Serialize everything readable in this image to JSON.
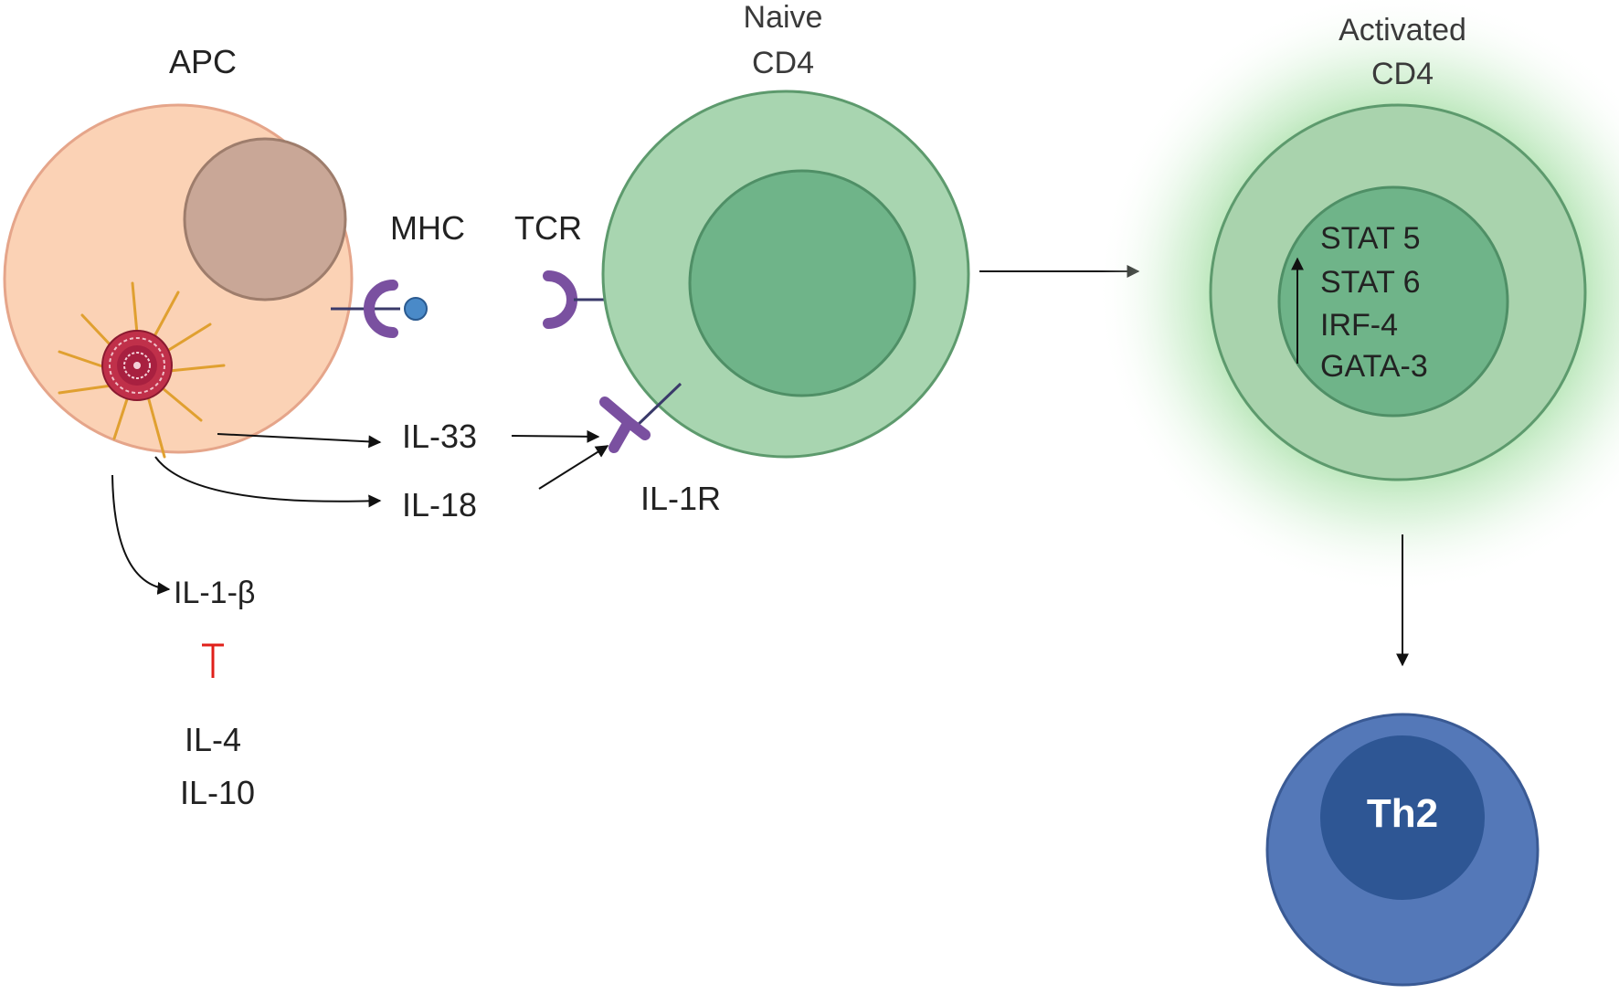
{
  "cells": {
    "apc": {
      "label": "APC"
    },
    "naive": {
      "label_line1": "Naive",
      "label_line2": "CD4"
    },
    "activated": {
      "label_line1": "Activated",
      "label_line2": "CD4"
    },
    "th2": {
      "label": "Th2"
    }
  },
  "receptors": {
    "mhc": "MHC",
    "tcr": "TCR",
    "il1r": "IL-1R"
  },
  "cytokines": {
    "il33": "IL-33",
    "il18": "IL-18",
    "il1b": "IL-1-β",
    "il4": "IL-4",
    "il10": "IL-10"
  },
  "transcription_factors": [
    "STAT 5",
    "STAT 6",
    "IRF-4",
    "GATA-3"
  ],
  "colors": {
    "apc_fill": "#fbd2b5",
    "apc_nucleus": "#c9a797",
    "naive_outer": "#a8d5b0",
    "naive_inner": "#6fb489",
    "activated_glow": "#9fdc9f",
    "th2_outer": "#5478b8",
    "th2_inner": "#2e5694",
    "receptor": "#7a50a0",
    "inhibition": "#e0201a"
  }
}
